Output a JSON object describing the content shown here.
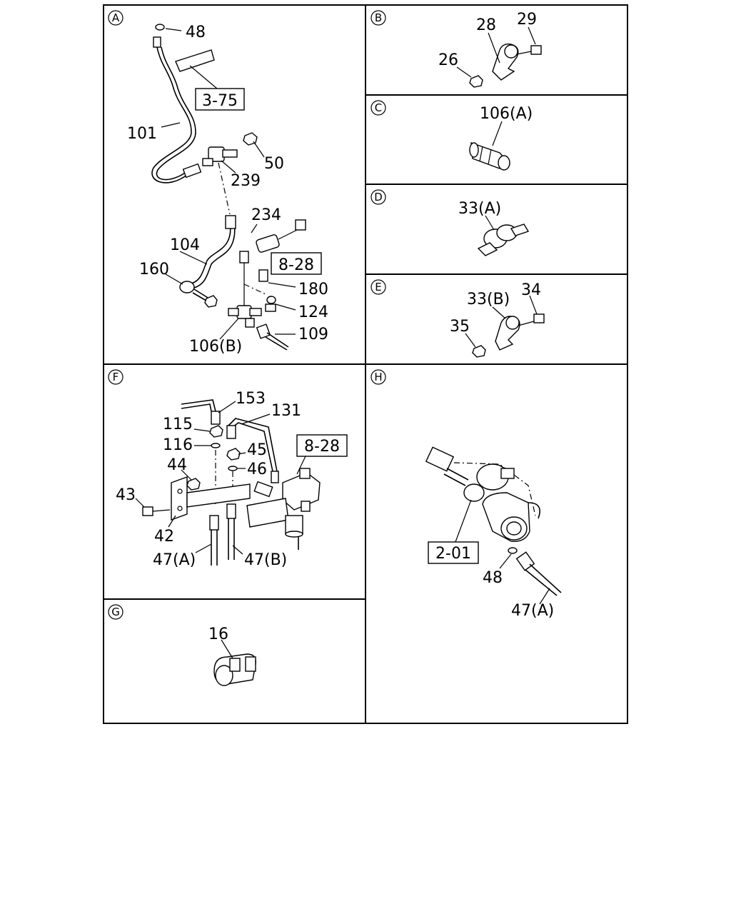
{
  "panels": {
    "A": {
      "letter": "A",
      "parts": [
        "48",
        "101",
        "50",
        "239",
        "234",
        "104",
        "160",
        "180",
        "124",
        "109",
        "106(B)"
      ],
      "refs": [
        "3-75",
        "8-28"
      ]
    },
    "B": {
      "letter": "B",
      "parts": [
        "28",
        "29",
        "26"
      ]
    },
    "C": {
      "letter": "C",
      "parts": [
        "106(A)"
      ]
    },
    "D": {
      "letter": "D",
      "parts": [
        "33(A)"
      ]
    },
    "E": {
      "letter": "E",
      "parts": [
        "33(B)",
        "34",
        "35"
      ]
    },
    "F": {
      "letter": "F",
      "parts": [
        "153",
        "131",
        "115",
        "116",
        "45",
        "46",
        "44",
        "43",
        "42",
        "47(A)",
        "47(B)"
      ],
      "refs": [
        "8-28"
      ]
    },
    "G": {
      "letter": "G",
      "parts": [
        "16"
      ]
    },
    "H": {
      "letter": "H",
      "parts": [
        "48",
        "47(A)"
      ],
      "refs": [
        "2-01"
      ]
    }
  }
}
